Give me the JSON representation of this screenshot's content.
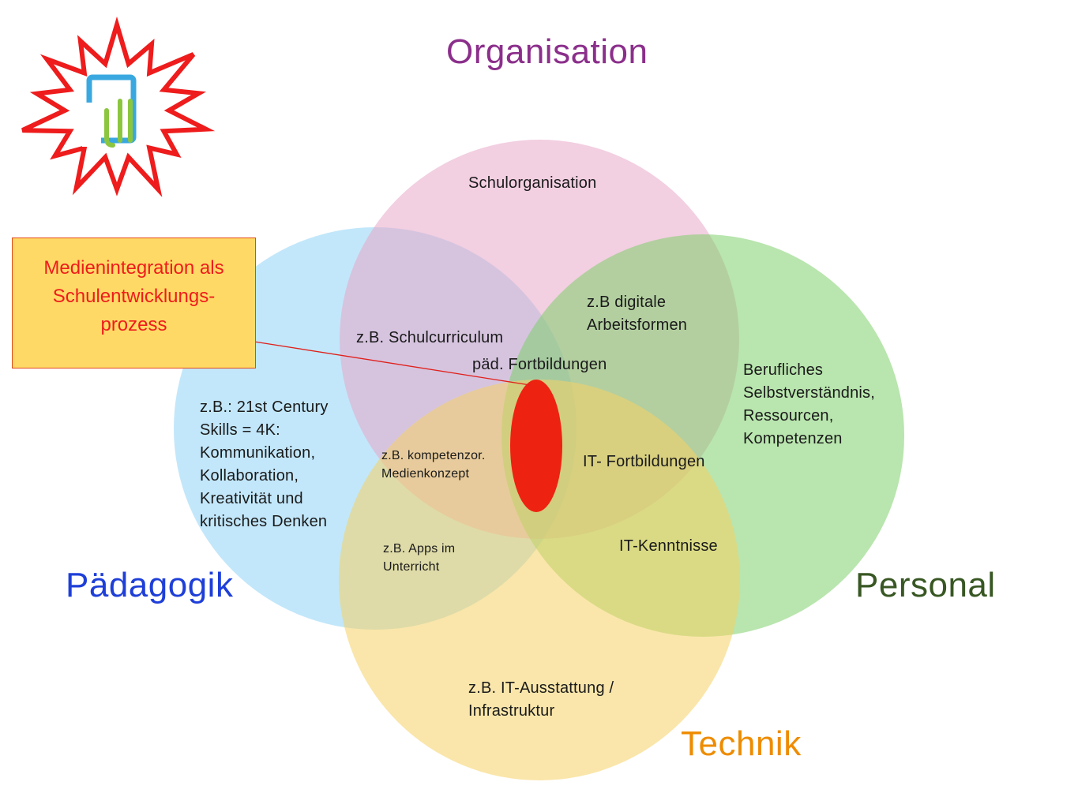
{
  "colors": {
    "organisation": "#e8a7c9",
    "paedagogik": "#8fd3f5",
    "personal": "#7fd06b",
    "technik": "#f6d164",
    "center": "#ee2211",
    "title_organisation": "#8b2f8b",
    "title_paedagogik": "#1e3fd8",
    "title_personal": "#385723",
    "title_technik": "#ee8c00",
    "callout_text": "#ee1c1c",
    "callout_fill": "#ffd966"
  },
  "logo": {
    "icon": "starburst-logo-icon"
  },
  "titles": {
    "organisation": "Organisation",
    "paedagogik": "Pädagogik",
    "personal": "Personal",
    "technik": "Technik"
  },
  "callout": {
    "text": "Medienintegration als\nSchulentwicklungs-\nprozess"
  },
  "labels": {
    "schulorganisation": "Schulorganisation",
    "digitale_arbeitsformen": "z.B digitale\nArbeitsformen",
    "schulcurriculum": "z.B. Schulcurriculum",
    "paed_fortbildungen": "päd. Fortbildungen",
    "berufliches": "Berufliches\nSelbstverständnis,\nRessourcen,\nKompetenzen",
    "century_skills": "z.B.: 21st Century\nSkills = 4K:\nKommunikation,\nKollaboration,\nKreativität und\nkritisches Denken",
    "medienkonzept": "z.B.  kompetenzor.\nMedienkonzept",
    "it_fortbildungen": "IT- Fortbildungen",
    "apps": "z.B. Apps im\nUnterricht",
    "it_kenntnisse": "IT-Kenntnisse",
    "it_ausstattung": "z.B. IT-Ausstattung /\nInfrastruktur"
  }
}
